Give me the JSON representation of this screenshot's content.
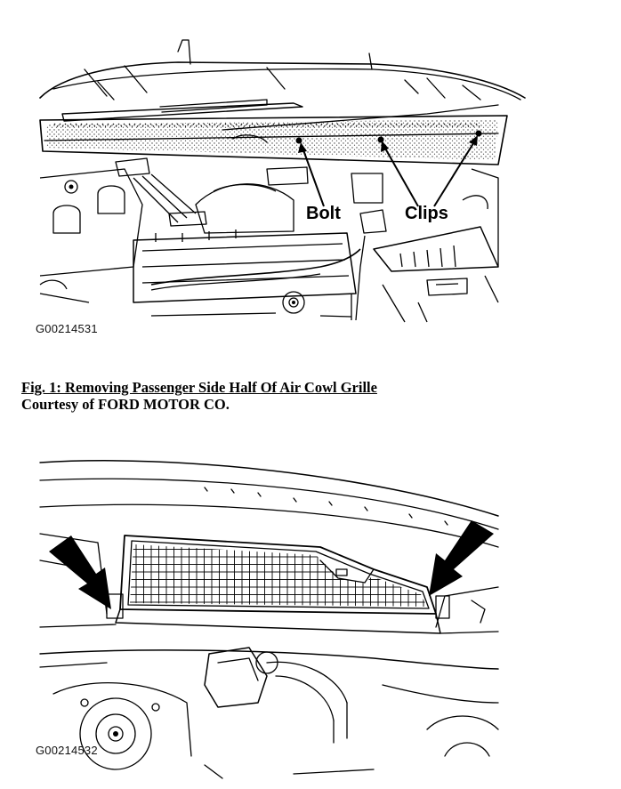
{
  "figure1": {
    "callouts": {
      "bolt": "Bolt",
      "clips": "Clips"
    },
    "part_number": "G00214531"
  },
  "caption": {
    "title": "Fig. 1: Removing Passenger Side Half Of Air Cowl Grille",
    "credit": "Courtesy of FORD MOTOR CO."
  },
  "figure2": {
    "part_number": "G00214532"
  }
}
